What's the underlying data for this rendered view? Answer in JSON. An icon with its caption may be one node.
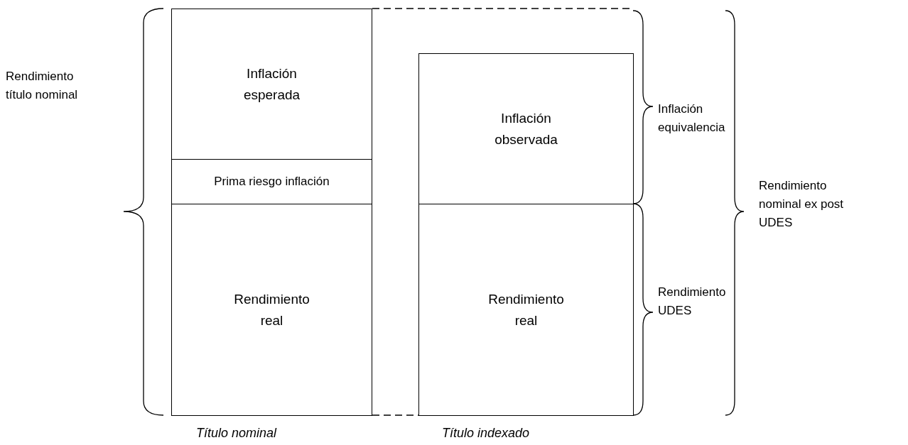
{
  "diagram": {
    "nodes": [
      {
        "text": [
          "Inflación esperada"
        ]
      },
      {
        "text": [
          "Prima riesgo inflación"
        ]
      },
      {
        "text": [
          "Rendimiento real"
        ]
      },
      {
        "text": [
          "Inflación observada"
        ]
      },
      {
        "text": [
          "Rendimiento real"
        ]
      }
    ],
    "edges": [
      {
        "from": 2,
        "to": 4,
        "arrow": "none",
        "style": "dashed"
      }
    ],
    "labels": [
      "Rendimiento título nominal",
      "Inflación equivalencia",
      "Rendimiento nominal ex post UDES",
      "Rendimiento UDES",
      "Título nominal",
      "Título indexado"
    ]
  }
}
